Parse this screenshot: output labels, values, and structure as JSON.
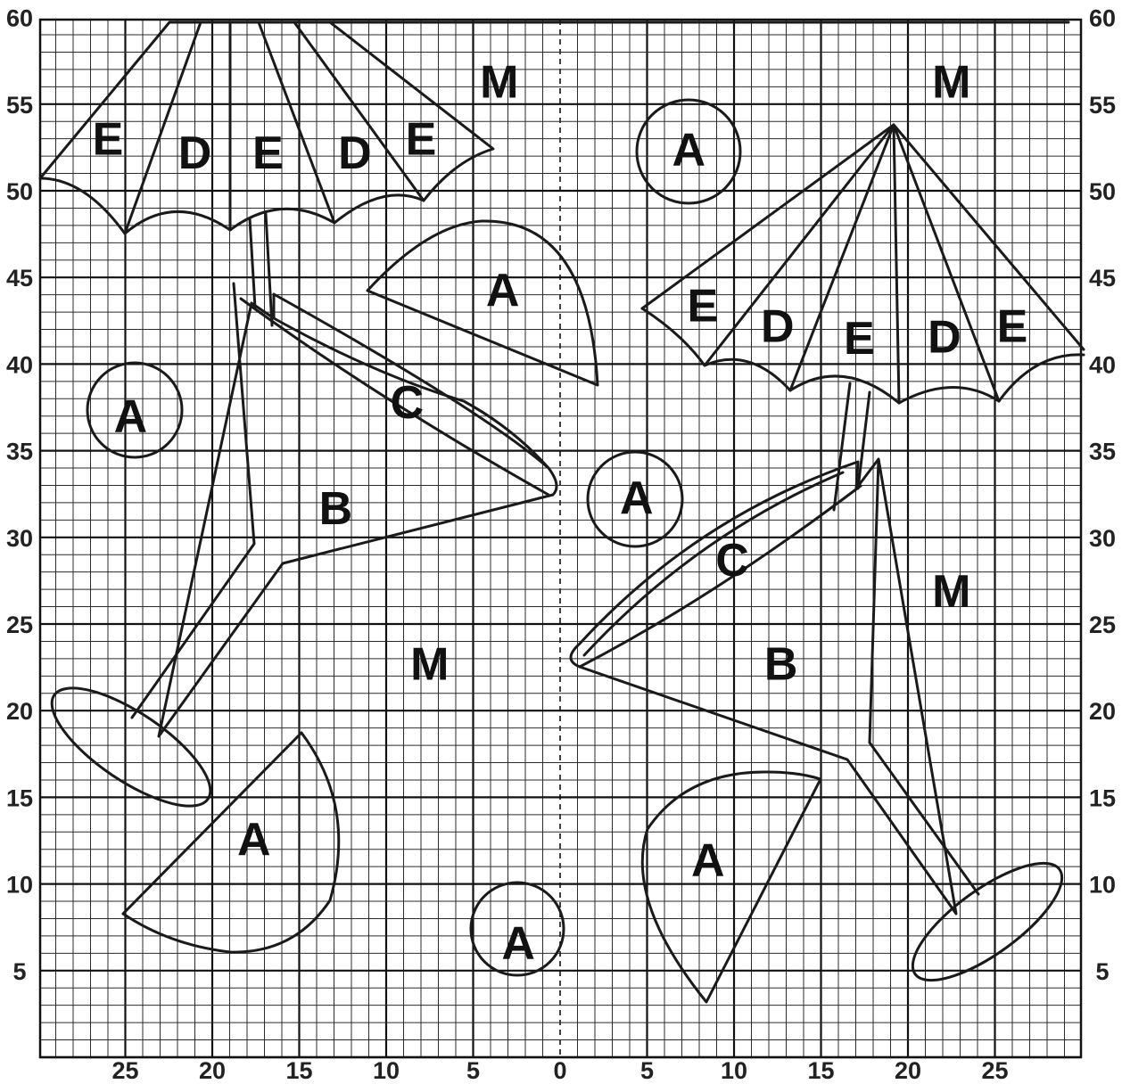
{
  "chart_data": {
    "type": "grid-pattern",
    "x_ticks": [
      "25",
      "20",
      "15",
      "10",
      "5",
      "0",
      "5",
      "10",
      "15",
      "20",
      "25"
    ],
    "y_ticks": [
      "60",
      "55",
      "50",
      "45",
      "40",
      "35",
      "30",
      "25",
      "20",
      "15",
      "10",
      "5"
    ],
    "region_labels": [
      {
        "text": "M",
        "x": -3.5,
        "y": 56.3
      },
      {
        "text": "M",
        "x": 22.5,
        "y": 56.3
      },
      {
        "text": "E",
        "x": -26.0,
        "y": 53.0
      },
      {
        "text": "D",
        "x": -21.0,
        "y": 52.2
      },
      {
        "text": "E",
        "x": -16.8,
        "y": 52.2
      },
      {
        "text": "D",
        "x": -11.8,
        "y": 52.2
      },
      {
        "text": "E",
        "x": -8.0,
        "y": 53.0
      },
      {
        "text": "A",
        "x": 7.4,
        "y": 52.4
      },
      {
        "text": "A",
        "x": -3.3,
        "y": 44.3
      },
      {
        "text": "E",
        "x": 8.2,
        "y": 43.4
      },
      {
        "text": "D",
        "x": 12.5,
        "y": 42.2
      },
      {
        "text": "E",
        "x": 17.2,
        "y": 41.5
      },
      {
        "text": "D",
        "x": 22.1,
        "y": 41.6
      },
      {
        "text": "E",
        "x": 26.0,
        "y": 42.2
      },
      {
        "text": "C",
        "x": -8.8,
        "y": 37.8
      },
      {
        "text": "A",
        "x": -24.7,
        "y": 37.0
      },
      {
        "text": "B",
        "x": -12.9,
        "y": 31.7
      },
      {
        "text": "A",
        "x": 4.4,
        "y": 32.3
      },
      {
        "text": "C",
        "x": 9.9,
        "y": 28.7
      },
      {
        "text": "M",
        "x": 22.5,
        "y": 26.9
      },
      {
        "text": "B",
        "x": 12.7,
        "y": 22.7
      },
      {
        "text": "M",
        "x": -7.5,
        "y": 22.7
      },
      {
        "text": "A",
        "x": -17.6,
        "y": 12.6
      },
      {
        "text": "A",
        "x": 8.5,
        "y": 11.4
      },
      {
        "text": "A",
        "x": -2.4,
        "y": 6.6
      }
    ]
  }
}
